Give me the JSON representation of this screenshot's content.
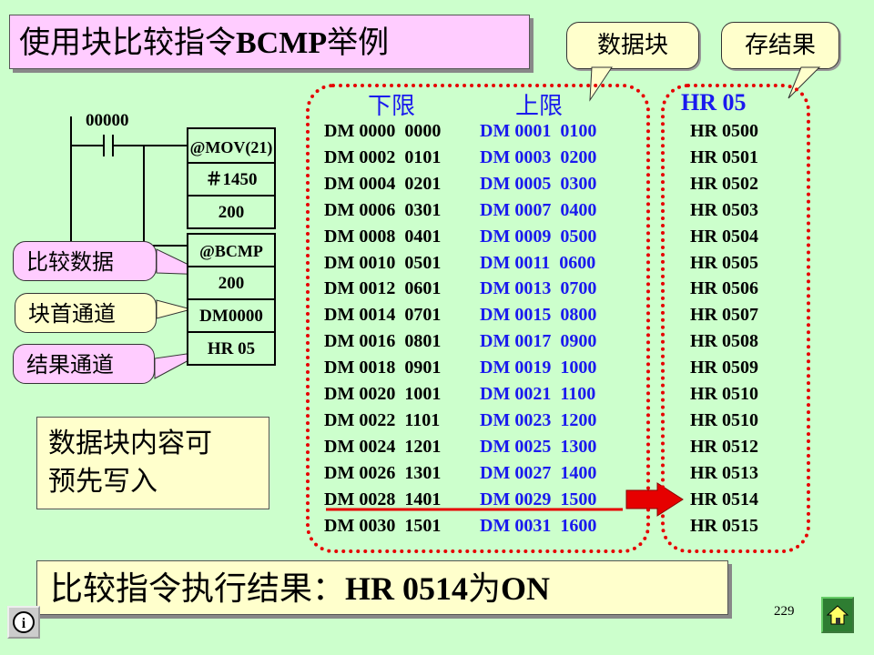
{
  "title": {
    "prefix": "使用块比较指令",
    "code": "BCMP",
    "suffix": "举例"
  },
  "callouts": {
    "data_block": "数据块",
    "store_result": "存结果"
  },
  "headers": {
    "lower": "下限",
    "upper": "上限",
    "hr": "HR 05"
  },
  "ladder": {
    "contact": "00000",
    "mov_instr": "@MOV(21)",
    "mov_src": "＃1450",
    "mov_dst": "200",
    "bcmp_instr": "@BCMP",
    "bcmp_cd": "200",
    "bcmp_cb": "DM0000",
    "bcmp_r": "HR 05"
  },
  "labels": {
    "compare_data": "比较数据",
    "block_start": "块首通道",
    "result_ch": "结果通道"
  },
  "note": {
    "line1": "数据块内容可",
    "line2": "预先写入"
  },
  "table": {
    "lower": [
      "DM 0000  0000",
      "DM 0002  0101",
      "DM 0004  0201",
      "DM 0006  0301",
      "DM 0008  0401",
      "DM 0010  0501",
      "DM 0012  0601",
      "DM 0014  0701",
      "DM 0016  0801",
      "DM 0018  0901",
      "DM 0020  1001",
      "DM 0022  1101",
      "DM 0024  1201",
      "DM 0026  1301",
      "DM 0028  1401",
      "DM 0030  1501"
    ],
    "upper": [
      "DM 0001  0100",
      "DM 0003  0200",
      "DM 0005  0300",
      "DM 0007  0400",
      "DM 0009  0500",
      "DM 0011  0600",
      "DM 0013  0700",
      "DM 0015  0800",
      "DM 0017  0900",
      "DM 0019  1000",
      "DM 0021  1100",
      "DM 0023  1200",
      "DM 0025  1300",
      "DM 0027  1400",
      "DM 0029  1500",
      "DM 0031  1600"
    ],
    "hr": [
      "HR 0500",
      "HR 0501",
      "HR 0502",
      "HR 0503",
      "HR 0504",
      "HR 0505",
      "HR 0506",
      "HR 0507",
      "HR 0508",
      "HR 0509",
      "HR 0510",
      "HR 0510",
      "HR 0512",
      "HR 0513",
      "HR 0514",
      "HR 0515"
    ]
  },
  "result": {
    "prefix": "比较指令执行结果：",
    "hr": "HR 0514",
    "mid": "为",
    "on": "ON"
  },
  "page_number": "229",
  "colors": {
    "background": "#ccffcc",
    "highlight_row": "#e60000",
    "upper_text": "#1a1aee"
  }
}
